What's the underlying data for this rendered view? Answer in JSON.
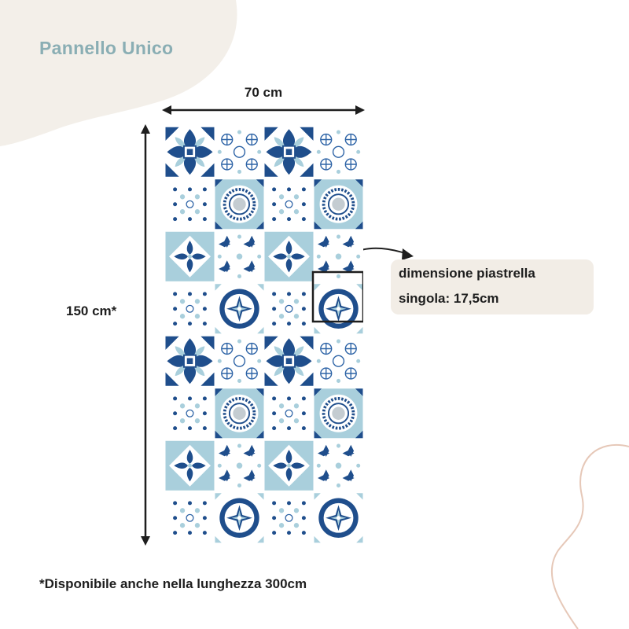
{
  "header": {
    "title": "Pannello Unico"
  },
  "dimensions": {
    "width_label": "70 cm",
    "height_label": "150 cm*"
  },
  "callout": {
    "line1": "dimensione piastrella",
    "line2": "singola: 17,5cm"
  },
  "footnote": "*Disponibile anche nella lunghezza 300cm",
  "colors": {
    "title": "#8aaeb4",
    "navy": "#1f4e8c",
    "light_blue": "#a9cfdc",
    "cream_blob": "#f3efe9",
    "curve": "#e6c8b8"
  },
  "panel": {
    "grid_columns": 4,
    "grid_rows": 8,
    "tile_pattern": [
      [
        "flower",
        "lattice",
        "flower",
        "lattice"
      ],
      [
        "dots",
        "medallion",
        "dots",
        "medallion"
      ],
      [
        "diamond",
        "crosses",
        "diamond",
        "crosses"
      ],
      [
        "dots",
        "star",
        "dots",
        "star"
      ],
      [
        "flower",
        "lattice",
        "flower",
        "lattice"
      ],
      [
        "dots",
        "medallion",
        "dots",
        "medallion"
      ],
      [
        "diamond",
        "crosses",
        "diamond",
        "crosses"
      ],
      [
        "dots",
        "star",
        "dots",
        "star"
      ]
    ]
  }
}
